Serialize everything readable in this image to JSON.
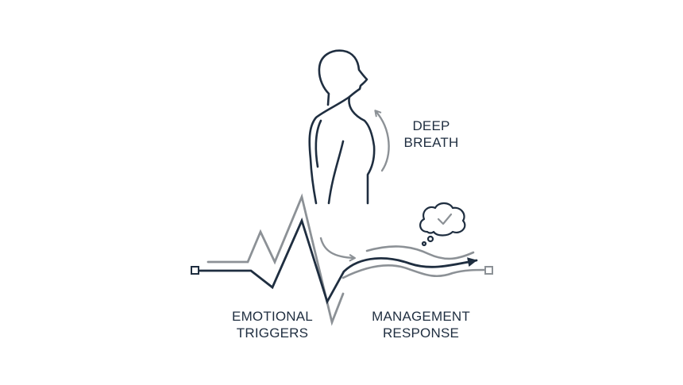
{
  "labels": {
    "deep_breath": [
      "DEEP",
      "BREATH"
    ],
    "emotional_triggers": [
      "EMOTIONAL",
      "TRIGGERS"
    ],
    "management_response": [
      "MANAGEMENT",
      "RESPONSE"
    ]
  },
  "icons": {
    "figure": "human-silhouette-icon",
    "thought": "thought-bubble-check-icon",
    "breath_arrow": "curved-arrow-up-icon",
    "flow_arrow": "curved-arrow-right-icon"
  },
  "colors": {
    "primary": "#1f2e40",
    "secondary": "#8c9196",
    "background": "#ffffff"
  }
}
